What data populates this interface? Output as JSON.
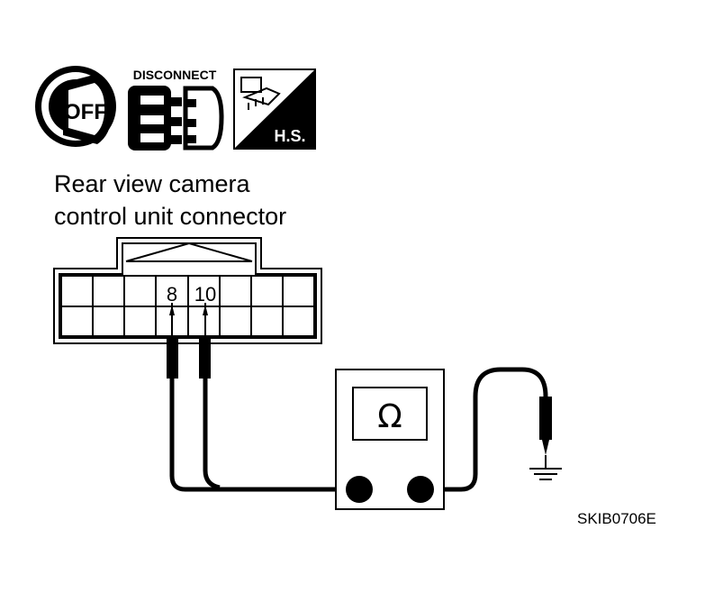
{
  "icons": {
    "ignition": {
      "name": "ignition-key-off-icon",
      "label": "OFF"
    },
    "disconnect": {
      "name": "disconnect-connector-icon",
      "label": "DISCONNECT"
    },
    "harness": {
      "name": "harness-side-icon",
      "label": "H.S."
    }
  },
  "title": {
    "line1": "Rear view camera",
    "line2": "control unit connector"
  },
  "connector": {
    "pin_a": "8",
    "pin_b": "10"
  },
  "meter": {
    "display_symbol": "Ω"
  },
  "figure_code": "SKIB0706E"
}
